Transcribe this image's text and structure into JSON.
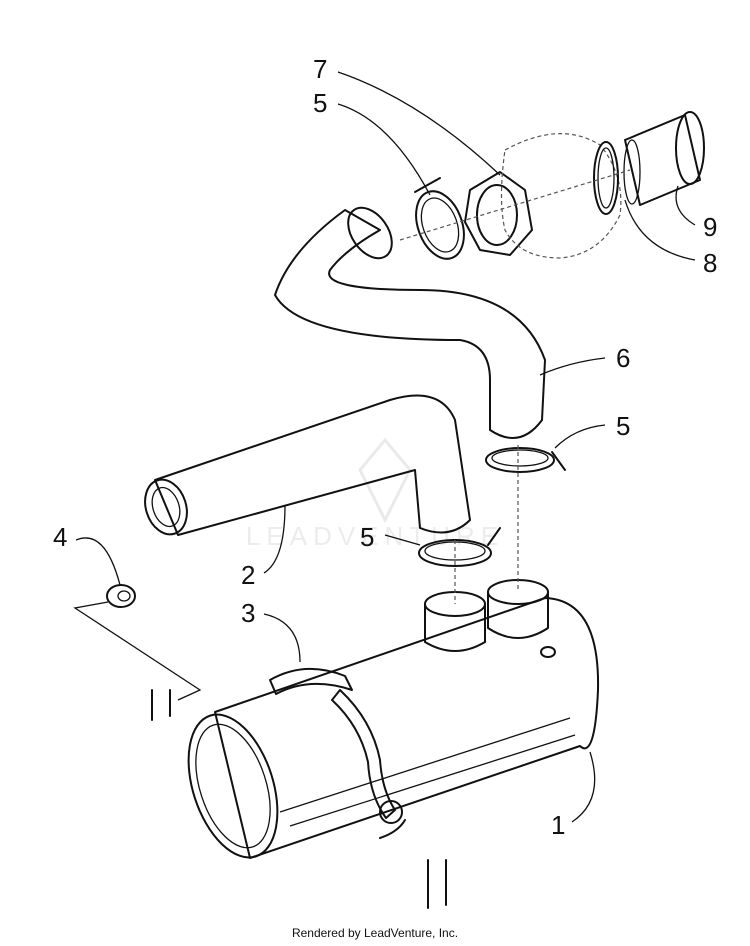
{
  "callouts": [
    "7",
    "5",
    "9",
    "8",
    "6",
    "5",
    "5",
    "4",
    "2",
    "3",
    "1"
  ],
  "watermark": "LEADVENTURE",
  "footer": "Rendered by LeadVenture, Inc."
}
